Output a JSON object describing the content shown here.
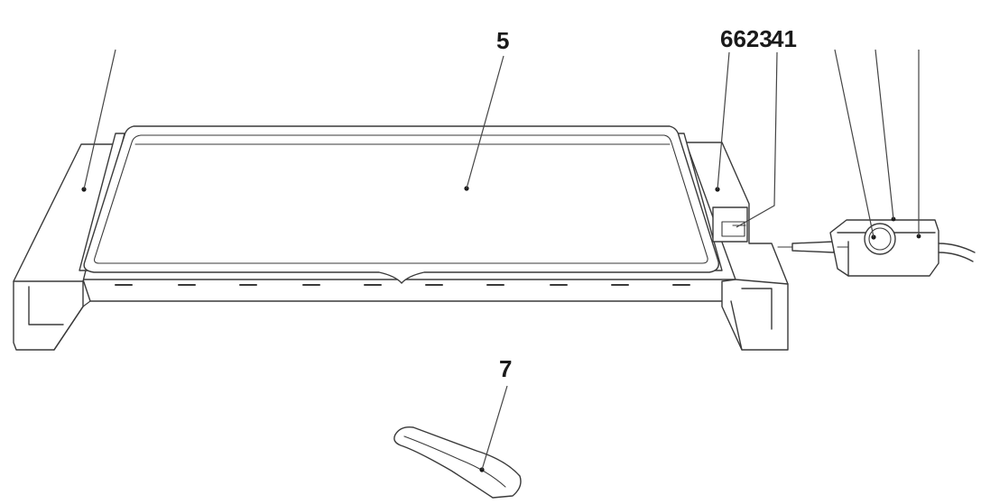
{
  "callouts": {
    "label_5": "5",
    "label_6623": "6623",
    "label_41": "41",
    "label_7": "7"
  },
  "colors": {
    "line": "#3a3a3a",
    "background": "#ffffff",
    "label": "#1a1a1a"
  }
}
